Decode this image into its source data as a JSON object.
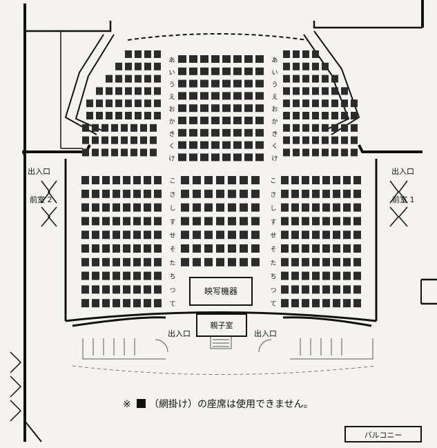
{
  "labels": {
    "entrance": "出入口",
    "waiting_room_2": "前室 2",
    "waiting_room_1": "前室 1",
    "projector": "映写機器",
    "parent_child_room": "親子室",
    "balcony": "バルコニー",
    "note_symbol": "※",
    "note_text": "（網掛け）の座席は使用できません。"
  },
  "row_labels": {
    "rear_left": [
      "あ",
      "い",
      "う",
      "え",
      "お",
      "か",
      "き",
      "く",
      "け"
    ],
    "rear_right": [
      "あ",
      "い",
      "う",
      "え",
      "お",
      "か",
      "き",
      "く",
      "け"
    ],
    "front_left": [
      "こ",
      "さ",
      "し",
      "す",
      "せ",
      "そ",
      "た",
      "ち",
      "つ",
      "て"
    ],
    "front_right": [
      "こ",
      "さ",
      "し",
      "す",
      "せ",
      "そ",
      "た",
      "ち",
      "つ",
      "て"
    ]
  },
  "seat_blocks": {
    "rear_center_rows": 9,
    "rear_side_rows": 9,
    "front_rows": 10
  },
  "colors": {
    "ink": "#111111",
    "paper": "#f4f3ef",
    "seat": "#2b2b2b"
  }
}
